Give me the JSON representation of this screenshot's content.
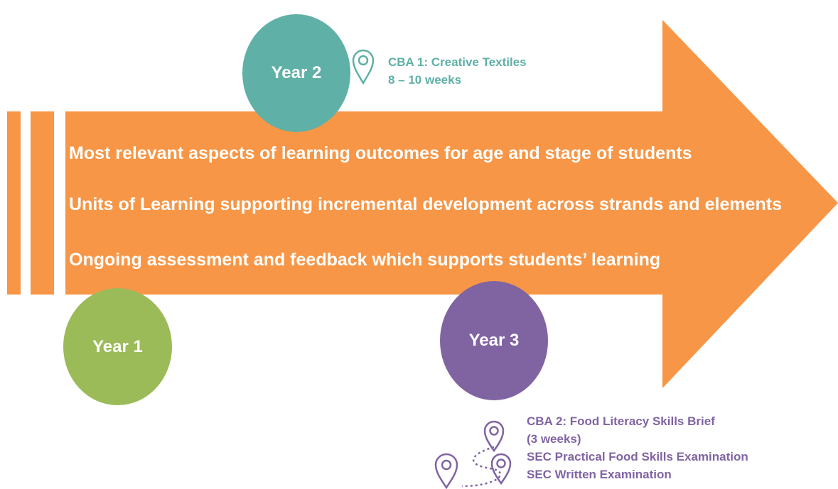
{
  "colors": {
    "arrow": "#f79646",
    "year1": "#9bbb59",
    "year2": "#5fb0a6",
    "year3": "#8064a2",
    "text_light": "#ffffff"
  },
  "outcomes": [
    "Most relevant aspects of learning outcomes for age and stage of students",
    "Units of Learning supporting incremental development across strands and elements",
    "Ongoing assessment and feedback which supports students’ learning"
  ],
  "years": {
    "year1": "Year 1",
    "year2": "Year 2",
    "year3": "Year 3"
  },
  "year2_milestone": {
    "line1": "CBA 1: Creative Textiles",
    "line2": "8 – 10 weeks",
    "icon": "map-pin-icon"
  },
  "year3_milestones": {
    "line1": "CBA 2: Food Literacy Skills Brief",
    "line2": "(3 weeks)",
    "line3": "SEC Practical Food Skills Examination",
    "line4": "SEC Written Examination",
    "icon": "map-pin-icon"
  }
}
